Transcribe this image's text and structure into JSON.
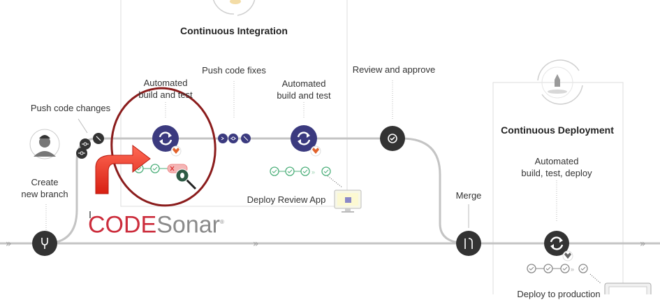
{
  "sections": {
    "ci": {
      "title": "Continuous Integration"
    },
    "cd": {
      "title": "Continuous Deployment"
    }
  },
  "labels": {
    "push_code_changes": "Push code changes",
    "create_branch_line1": "Create",
    "create_branch_line2": "new branch",
    "automated_build_1_line1": "Automated",
    "automated_build_1_line2": "build and test",
    "push_code_fixes": "Push code fixes",
    "automated_build_2_line1": "Automated",
    "automated_build_2_line2": "build and test",
    "deploy_review_app": "Deploy Review App",
    "review_and_approve": "Review and approve",
    "merge": "Merge",
    "cd_automated_line1": "Automated",
    "cd_automated_line2": "build, test, deploy",
    "deploy_to_production": "Deploy to production"
  },
  "logo": {
    "code": "CODE",
    "sonar": "Sonar",
    "mark": "®"
  },
  "colors": {
    "pipeline_node": "#3b3a7f",
    "dark_node": "#333333",
    "highlight_ellipse": "#8b1c1c",
    "arrow_red": "#e8362e",
    "check_green": "#4caf7a",
    "line_gray": "#bdbdbd",
    "logo_red": "#cc2d3c",
    "logo_gray": "#8a8a8a"
  }
}
